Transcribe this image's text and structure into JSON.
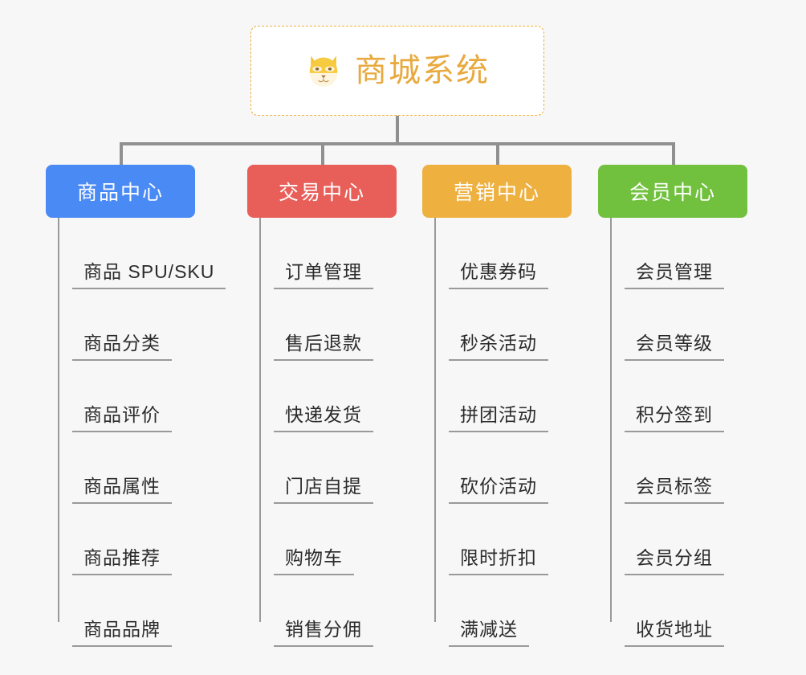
{
  "page": {
    "background_color": "#f7f7f7",
    "connector_color": "#909090",
    "leaf_line_color": "#9a9a9a",
    "leaf_text_color": "#2b2b2b"
  },
  "root": {
    "icon": "shiba-dog-face-icon",
    "title": "商城系统",
    "title_color": "#e8a93e",
    "border_color": "#eeb03f",
    "background_color": "#ffffff"
  },
  "categories": [
    {
      "label": "商品中心",
      "color": "#4a8af4",
      "items": [
        "商品 SPU/SKU",
        "商品分类",
        "商品评价",
        "商品属性",
        "商品推荐",
        "商品品牌"
      ]
    },
    {
      "label": "交易中心",
      "color": "#e85f59",
      "items": [
        "订单管理",
        "售后退款",
        "快递发货",
        "门店自提",
        "购物车",
        "销售分佣"
      ]
    },
    {
      "label": "营销中心",
      "color": "#eeb03f",
      "items": [
        "优惠券码",
        "秒杀活动",
        "拼团活动",
        "砍价活动",
        "限时折扣",
        "满减送"
      ]
    },
    {
      "label": "会员中心",
      "color": "#71c13f",
      "items": [
        "会员管理",
        "会员等级",
        "积分签到",
        "会员标签",
        "会员分组",
        "收货地址"
      ]
    }
  ]
}
